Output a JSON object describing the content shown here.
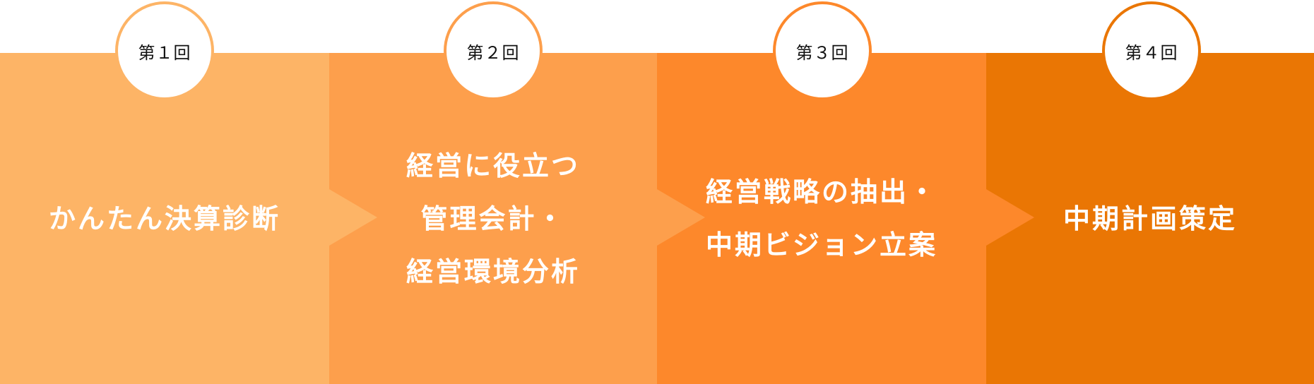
{
  "colors": {
    "step1": "#fdb466",
    "step2": "#fd9f4c",
    "step3": "#fd882b",
    "step4": "#ea7604",
    "badge_background": "#ffffff",
    "badge_text": "#111111",
    "title_text": "#ffffff"
  },
  "steps": [
    {
      "badge": "第１回",
      "lines": [
        "かんたん決算診断"
      ]
    },
    {
      "badge": "第２回",
      "lines": [
        "経営に役立つ",
        "管理会計・",
        "経営環境分析"
      ]
    },
    {
      "badge": "第３回",
      "lines": [
        "経営戦略の抽出・",
        "中期ビジョン立案"
      ]
    },
    {
      "badge": "第４回",
      "lines": [
        "中期計画策定"
      ]
    }
  ]
}
